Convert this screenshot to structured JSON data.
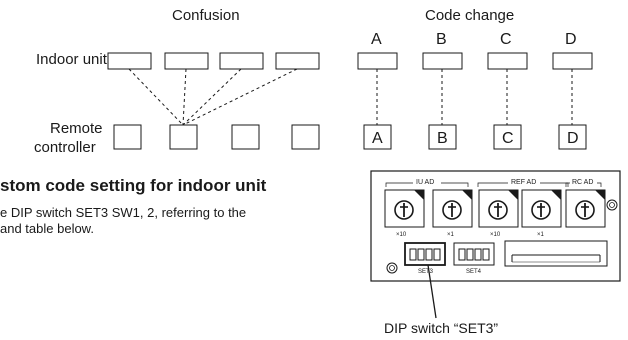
{
  "left_diagram": {
    "title": "Confusion",
    "indoor_label": "Indoor unit",
    "remote_label_line1": "Remote",
    "remote_label_line2": "controller"
  },
  "right_diagram": {
    "title": "Code change",
    "top_letters": [
      "A",
      "B",
      "C",
      "D"
    ],
    "bottom_letters": [
      "A",
      "B",
      "C",
      "D"
    ]
  },
  "section": {
    "heading": "stom code setting for indoor unit",
    "body_line1": "e DIP switch SET3 SW1, 2, referring to the",
    "body_line2": "and table below."
  },
  "pcb": {
    "group_labels": [
      "IU AD",
      "REF AD",
      "RC AD"
    ],
    "dial_multipliers": [
      "×10",
      "×1",
      "×10",
      "×1"
    ],
    "switch_labels": [
      "SET3",
      "SET4"
    ],
    "callout": "DIP switch “SET3”"
  }
}
